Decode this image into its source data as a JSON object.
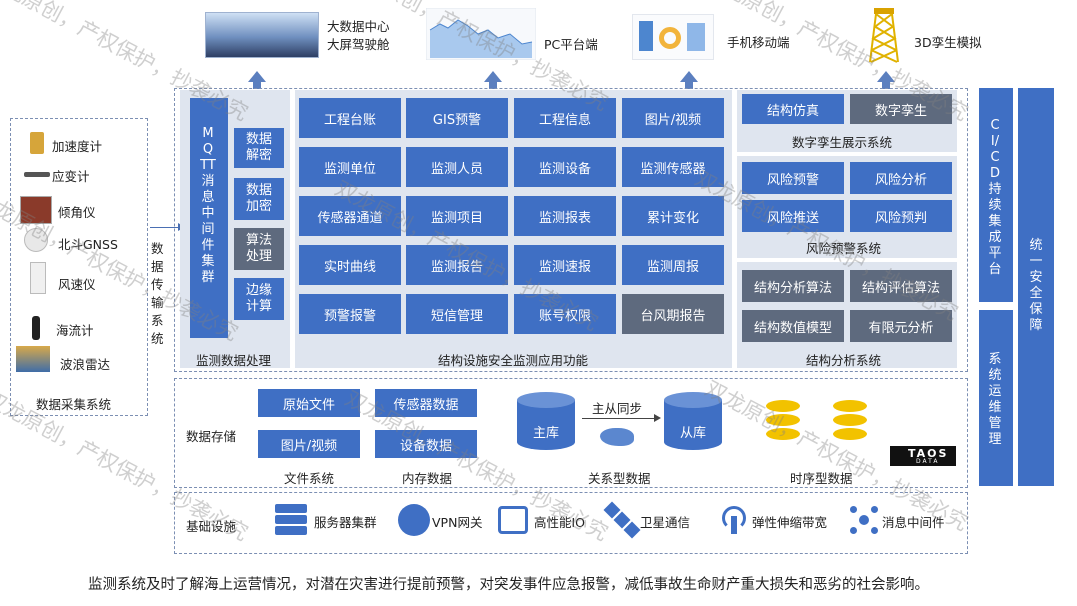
{
  "top_outputs": [
    {
      "label_line1": "大数据中心",
      "label_line2": "大屏驾驶舱"
    },
    {
      "label_line1": "PC平台端",
      "label_line2": ""
    },
    {
      "label_line1": "手机移动端",
      "label_line2": ""
    },
    {
      "label_line1": "3D孪生模拟",
      "label_line2": ""
    }
  ],
  "sensors": {
    "items": [
      "加速度计",
      "应变计",
      "倾角仪",
      "北斗GNSS",
      "风速仪",
      "海流计",
      "波浪雷达"
    ],
    "title": "数据采集系统"
  },
  "transmission_label": "数据传输系统",
  "mqtt": {
    "title": "MQTT消息中间件集群",
    "ops": [
      "数据解密",
      "数据加密",
      "算法处理",
      "边缘计算"
    ],
    "footer": "监测数据处理"
  },
  "app_functions": {
    "buttons": [
      "工程台账",
      "GIS预警",
      "工程信息",
      "图片/视频",
      "监测单位",
      "监测人员",
      "监测设备",
      "监测传感器",
      "传感器通道",
      "监测项目",
      "监测报表",
      "累计变化",
      "实时曲线",
      "监测报告",
      "监测速报",
      "监测周报",
      "预警报警",
      "短信管理",
      "账号权限",
      "台风期报告"
    ],
    "footer": "结构设施安全监测应用功能"
  },
  "twin": {
    "buttons": [
      "结构仿真",
      "数字孪生"
    ],
    "footer": "数字孪生展示系统"
  },
  "risk": {
    "buttons": [
      "风险预警",
      "风险分析",
      "风险推送",
      "风险预判"
    ],
    "footer": "风险预警系统"
  },
  "analysis": {
    "buttons": [
      "结构分析算法",
      "结构评估算法",
      "结构数值模型",
      "有限元分析"
    ],
    "footer": "结构分析系统"
  },
  "storage": {
    "label": "数据存储",
    "file_items": [
      "原始文件",
      "图片/视频"
    ],
    "file_caption": "文件系统",
    "mem_items": [
      "传感器数据",
      "设备数据"
    ],
    "mem_caption": "内存数据",
    "master": "主库",
    "slave": "从库",
    "sync": "主从同步",
    "rel_caption": "关系型数据",
    "ts_caption": "时序型数据",
    "taos": "TAOS",
    "taos_sub": "DATA"
  },
  "infra": {
    "label": "基础设施",
    "items": [
      {
        "icon": "server-cluster-icon",
        "label": "服务器集群"
      },
      {
        "icon": "vpn-icon",
        "label": "VPN网关"
      },
      {
        "icon": "ssd-icon",
        "label": "高性能IO"
      },
      {
        "icon": "satellite-icon",
        "label": "卫星通信"
      },
      {
        "icon": "broadband-icon",
        "label": "弹性伸缩带宽"
      },
      {
        "icon": "message-hub-icon",
        "label": "消息中间件"
      }
    ]
  },
  "side_bars": {
    "cicd": "CI/CD持续集成平台",
    "ops": "系统运维管理",
    "security": "统一安全保障"
  },
  "footer_text": "监测系统及时了解海上运营情况，对潜在灾害进行提前预警，对突发事件应急报警，减低事故生命财产重大损失和恶劣的社会影响。",
  "watermark": [
    "双龙原创，",
    "产权保护，",
    "抄袭必究"
  ],
  "colors": {
    "accent": "#3f6fc4",
    "grey_button": "#5e6a7e",
    "panel": "#dfe5ef",
    "arrow": "#5b7fbf",
    "gold": "#f2c200"
  }
}
